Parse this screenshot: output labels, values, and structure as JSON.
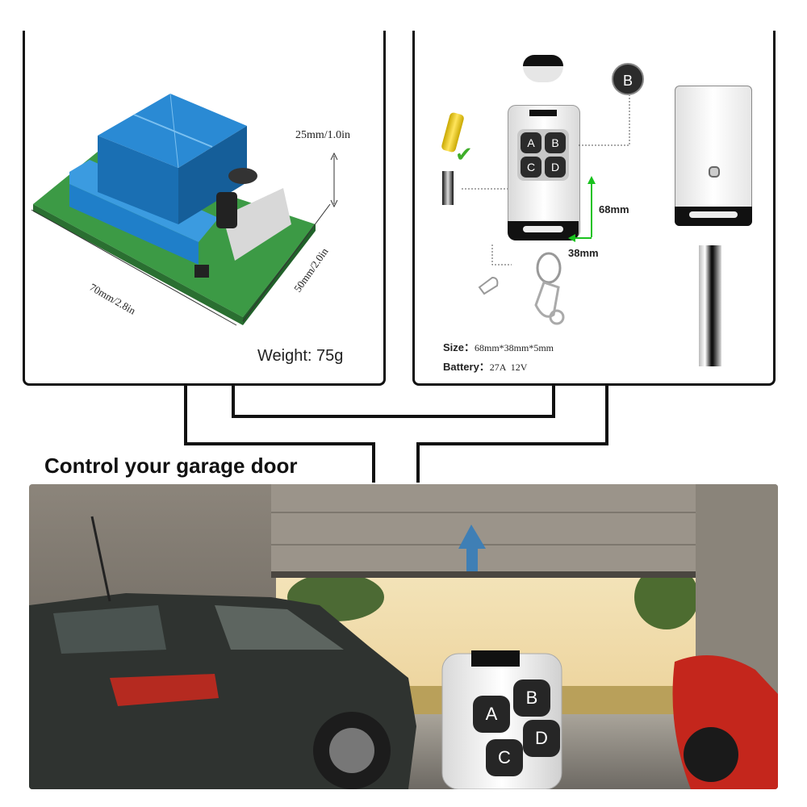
{
  "relay_panel": {
    "height_label": "25mm/1.0in",
    "length_label": "70mm/2.8in",
    "width_label": "50mm/2.0in",
    "weight_label": "Weight: 75g"
  },
  "remote_panel": {
    "b_badge": "B",
    "buttons": [
      "A",
      "B",
      "C",
      "D"
    ],
    "dim_height": "68mm",
    "dim_width": "38mm",
    "size_key": "Size：",
    "size_value": "68mm*38mm*5mm",
    "battery_key": "Battery：",
    "battery_value": "27A  12V"
  },
  "headline": "Control your garage door",
  "garage_remote_buttons": [
    "A",
    "B",
    "C",
    "D"
  ],
  "colors": {
    "frame": "#111111",
    "board_green": "#3c9a45",
    "relay_blue": "#1f7fc9",
    "dim_arrow_green": "#19c21e",
    "door_arrow_blue": "#3f7fb5"
  }
}
